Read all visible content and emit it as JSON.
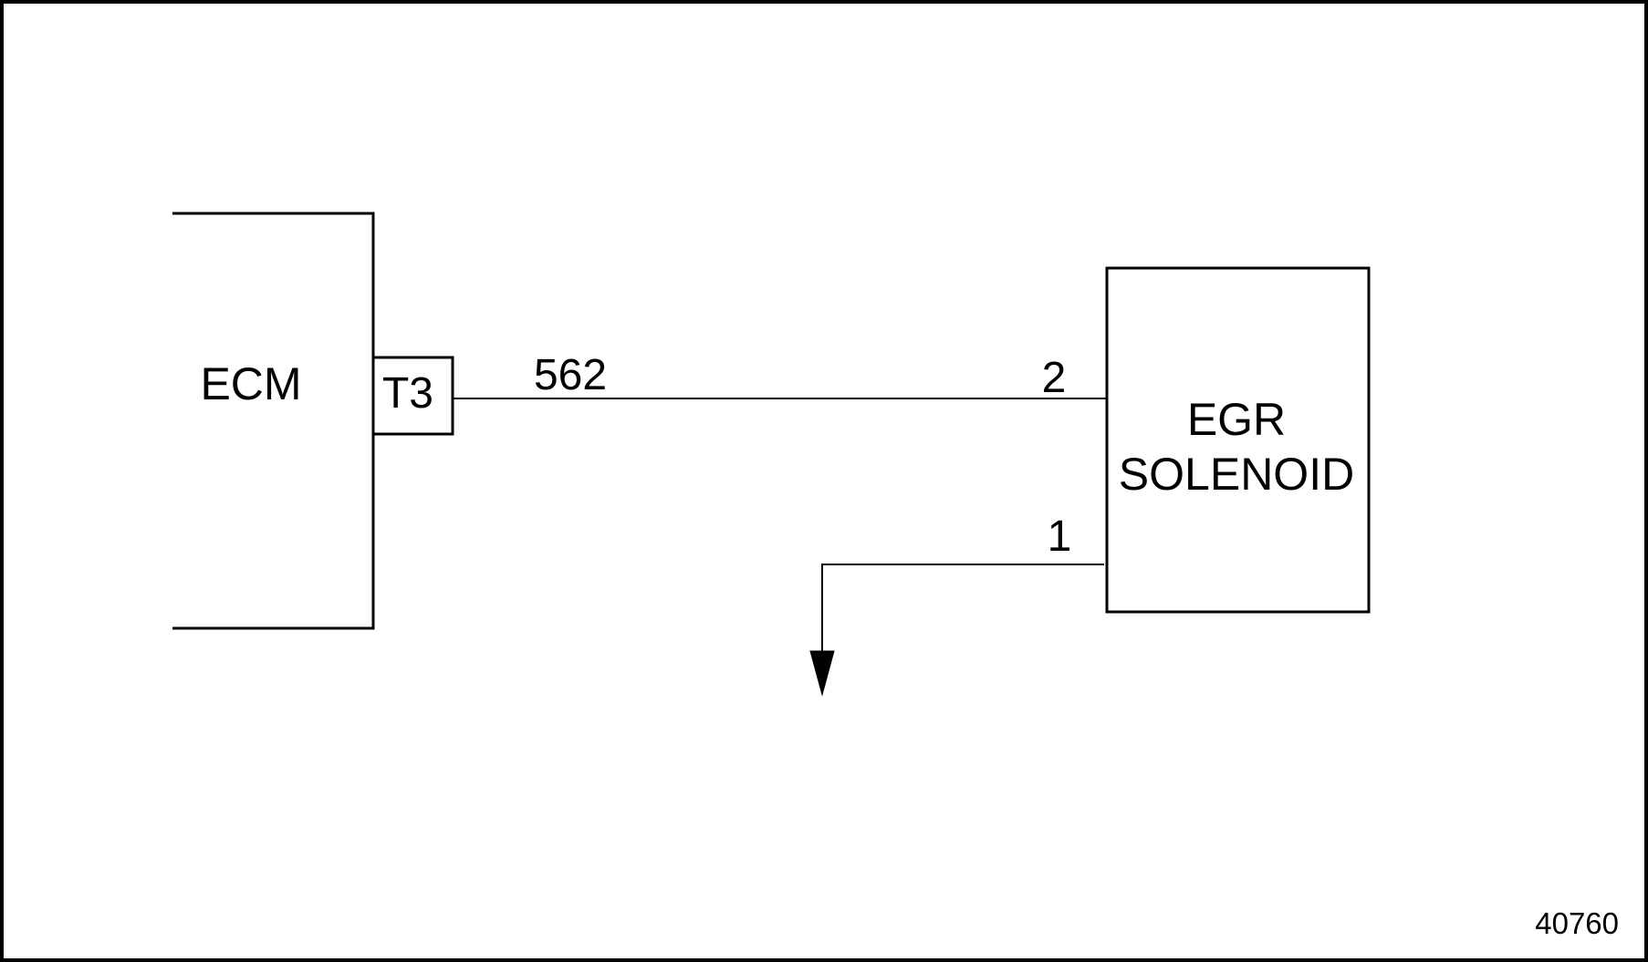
{
  "diagram": {
    "ecm": {
      "label": "ECM"
    },
    "connector": {
      "label": "T3"
    },
    "wire": {
      "label": "562"
    },
    "solenoid": {
      "line1": "EGR",
      "line2": "SOLENOID",
      "pin2": "2",
      "pin1": "1"
    },
    "figure_number": "40760"
  }
}
